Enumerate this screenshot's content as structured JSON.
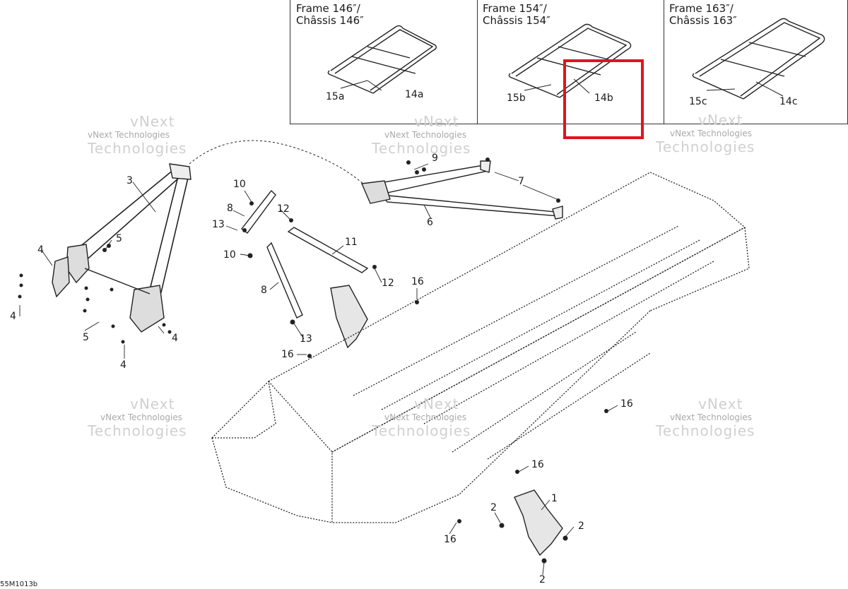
{
  "frames": [
    {
      "title": "Frame 146″/\nChâssis 146″",
      "labels": [
        "15a",
        "14a"
      ]
    },
    {
      "title": "Frame 154″/\nChâssis 154″",
      "labels": [
        "15b",
        "14b"
      ]
    },
    {
      "title": "Frame 163″/\nChâssis 163″",
      "labels": [
        "15c",
        "14c"
      ]
    }
  ],
  "callouts": [
    "3",
    "5",
    "4",
    "4",
    "5",
    "4",
    "4",
    "10",
    "8",
    "13",
    "12",
    "10",
    "11",
    "8",
    "12",
    "13",
    "9",
    "7",
    "6",
    "16",
    "16",
    "16",
    "16",
    "16",
    "1",
    "2",
    "2",
    "2"
  ],
  "watermark": {
    "top": "vNext",
    "line1": "vNext Technologies",
    "line2": "Technologies"
  },
  "diagram_code": "55M1013b",
  "highlight_color": "#e0141c"
}
